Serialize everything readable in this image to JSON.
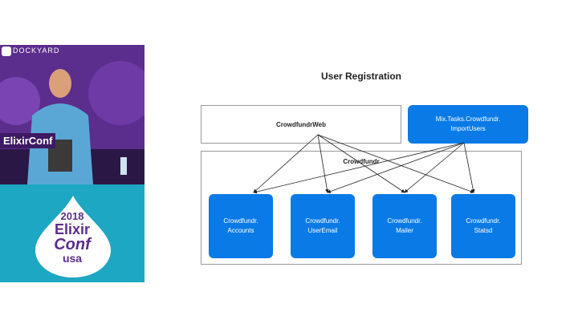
{
  "video": {
    "sponsor": "DOCKYARD",
    "booth_sign": "ElixirConf"
  },
  "conference_badge": {
    "year": "2018",
    "line1": "Elixir",
    "line2": "Conf",
    "line3": "usa"
  },
  "slide": {
    "title": "User Registration",
    "boxes": {
      "web": "CrowdfundrWeb",
      "mix_line1": "Mix.Tasks.Crowdfundr.",
      "mix_line2": "ImportUsers",
      "module": "Crowdfundr",
      "accounts_line1": "Crowdfundr.",
      "accounts_line2": "Accounts",
      "email_line1": "Crowdfundr.",
      "email_line2": "UserEmail",
      "mailer_line1": "Crowdfundr.",
      "mailer_line2": "Mailer",
      "statsd_line1": "Crowdfundr.",
      "statsd_line2": "Statsd"
    },
    "colors": {
      "module_box": "#0a7ae6",
      "outline": "#999999"
    }
  }
}
